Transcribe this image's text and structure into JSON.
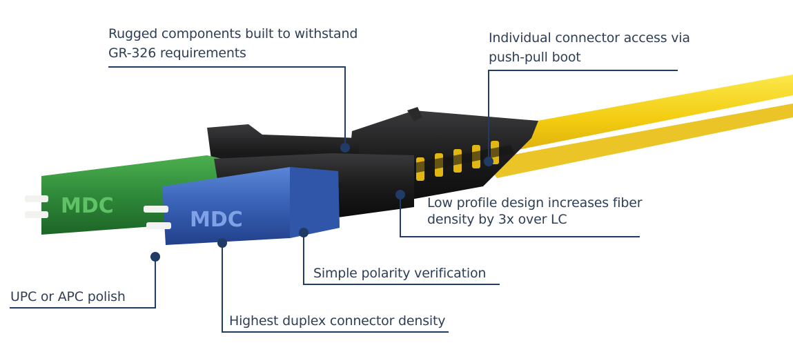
{
  "callouts": {
    "rugged": {
      "line1": "Rugged components built to withstand",
      "line2": "GR-326 requirements"
    },
    "push_pull": {
      "line1": "Individual connector access via",
      "line2": "push-pull boot"
    },
    "low_profile": {
      "line1": "Low profile design increases fiber",
      "line2": "density by 3x over LC"
    },
    "polarity": "Simple polarity verification",
    "polish": "UPC or APC polish",
    "density": "Highest duplex connector density"
  },
  "connector_markings": {
    "green_logo": "MDC",
    "blue_logo": "MDC"
  },
  "colors": {
    "callout_line": "#1f3b66",
    "callout_text": "#2d3e55",
    "fiber_yellow": "#f5d21c",
    "green_connector": "#2f8a3a",
    "blue_connector": "#3a63b8",
    "housing_black": "#1b1b1c",
    "ferrule_white": "#f2f2ee"
  }
}
